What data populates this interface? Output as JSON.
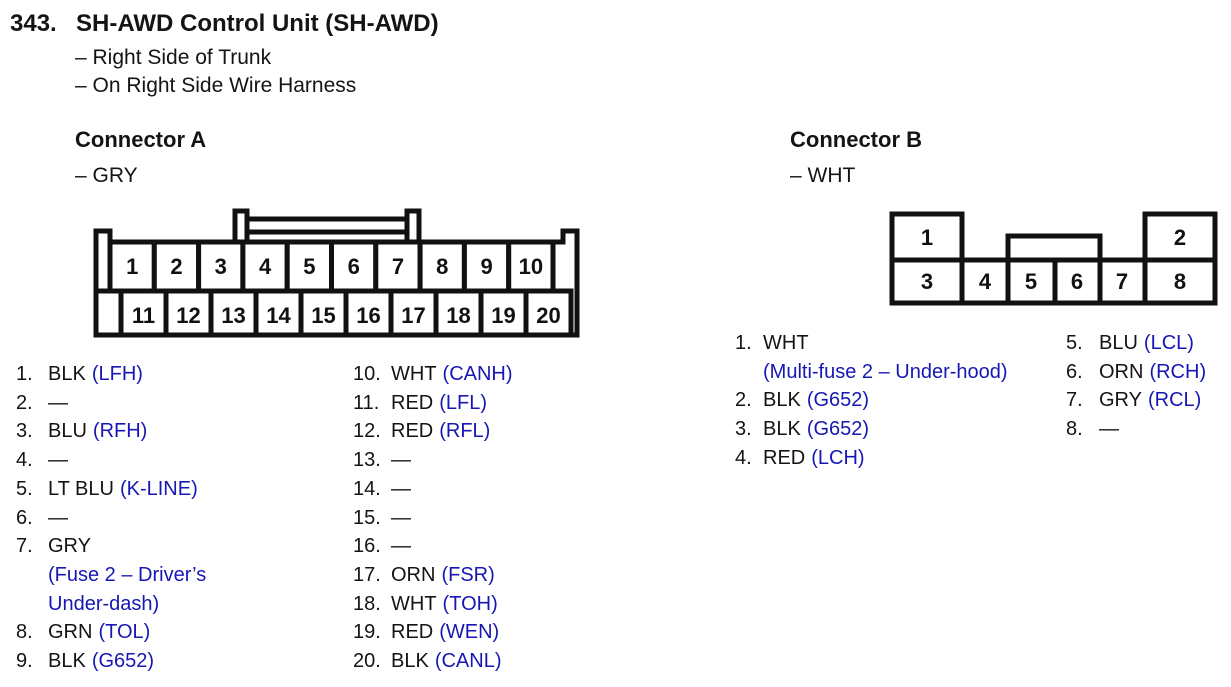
{
  "header": {
    "number": "343.",
    "title": "SH-AWD Control Unit (SH-AWD)",
    "location_lines": [
      "– Right Side of Trunk",
      "– On Right Side Wire Harness"
    ]
  },
  "colors": {
    "signal_blue": "#1717b4",
    "text_black": "#141414"
  },
  "connector_a": {
    "heading": "Connector A",
    "color_note": "– GRY",
    "cavity_numbers": {
      "top": [
        "1",
        "2",
        "3",
        "4",
        "5",
        "6",
        "7",
        "8",
        "9",
        "10"
      ],
      "bottom": [
        "11",
        "12",
        "13",
        "14",
        "15",
        "16",
        "17",
        "18",
        "19",
        "20"
      ]
    },
    "pins_left": [
      {
        "num": "1.",
        "wire": "BLK",
        "signal": "(LFH)"
      },
      {
        "num": "2.",
        "wire": "—",
        "signal": ""
      },
      {
        "num": "3.",
        "wire": "BLU",
        "signal": "(RFH)"
      },
      {
        "num": "4.",
        "wire": "—",
        "signal": ""
      },
      {
        "num": "5.",
        "wire": "LT BLU",
        "signal": "(K-LINE)"
      },
      {
        "num": "6.",
        "wire": "—",
        "signal": ""
      },
      {
        "num": "7.",
        "wire": "GRY",
        "signal": "",
        "signal_line2": "(Fuse 2 – Driver’s",
        "signal_line3": "Under-dash)"
      },
      {
        "num": "8.",
        "wire": "GRN",
        "signal": "(TOL)"
      },
      {
        "num": "9.",
        "wire": "BLK",
        "signal": "(G652)"
      }
    ],
    "pins_right": [
      {
        "num": "10.",
        "wire": "WHT",
        "signal": "(CANH)"
      },
      {
        "num": "11.",
        "wire": "RED",
        "signal": "(LFL)"
      },
      {
        "num": "12.",
        "wire": "RED",
        "signal": "(RFL)"
      },
      {
        "num": "13.",
        "wire": "—",
        "signal": ""
      },
      {
        "num": "14.",
        "wire": "—",
        "signal": ""
      },
      {
        "num": "15.",
        "wire": "—",
        "signal": ""
      },
      {
        "num": "16.",
        "wire": "—",
        "signal": ""
      },
      {
        "num": "17.",
        "wire": "ORN",
        "signal": "(FSR)"
      },
      {
        "num": "18.",
        "wire": "WHT",
        "signal": "(TOH)"
      },
      {
        "num": "19.",
        "wire": "RED",
        "signal": "(WEN)"
      },
      {
        "num": "20.",
        "wire": "BLK",
        "signal": "(CANL)"
      }
    ]
  },
  "connector_b": {
    "heading": "Connector B",
    "color_note": "– WHT",
    "cavity_numbers": {
      "top_left": "1",
      "top_right": "2",
      "bottom": [
        "3",
        "4",
        "5",
        "6",
        "7",
        "8"
      ]
    },
    "pins_left": [
      {
        "num": "1.",
        "wire": "WHT",
        "signal": "",
        "signal_line2": "(Multi-fuse 2 – Under-hood)"
      },
      {
        "num": "2.",
        "wire": "BLK",
        "signal": "(G652)"
      },
      {
        "num": "3.",
        "wire": "BLK",
        "signal": "(G652)"
      },
      {
        "num": "4.",
        "wire": "RED",
        "signal": "(LCH)"
      }
    ],
    "pins_right": [
      {
        "num": "5.",
        "wire": "BLU",
        "signal": "(LCL)"
      },
      {
        "num": "6.",
        "wire": "ORN",
        "signal": "(RCH)"
      },
      {
        "num": "7.",
        "wire": "GRY",
        "signal": "(RCL)"
      },
      {
        "num": "8.",
        "wire": "—",
        "signal": ""
      }
    ]
  }
}
